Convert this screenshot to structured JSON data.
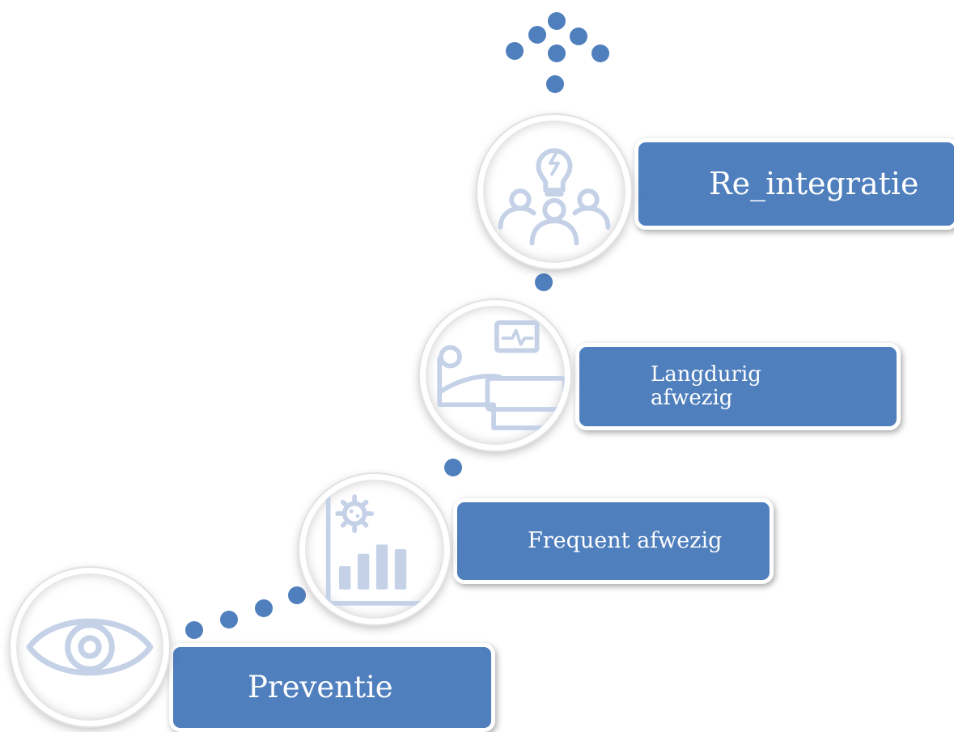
{
  "colors": {
    "accent": "#4f7fbd",
    "icon_stroke": "#c4d1e7",
    "box_text": "#ffffff"
  },
  "steps": [
    {
      "label": "Preventie",
      "icon": "eye-icon"
    },
    {
      "label": "Frequent afwezig",
      "icon": "virus-chart-icon"
    },
    {
      "label": "Langdurig\nafwezig",
      "icon": "hospital-bed-icon"
    },
    {
      "label": "Re_integratie",
      "icon": "team-idea-icon"
    }
  ]
}
